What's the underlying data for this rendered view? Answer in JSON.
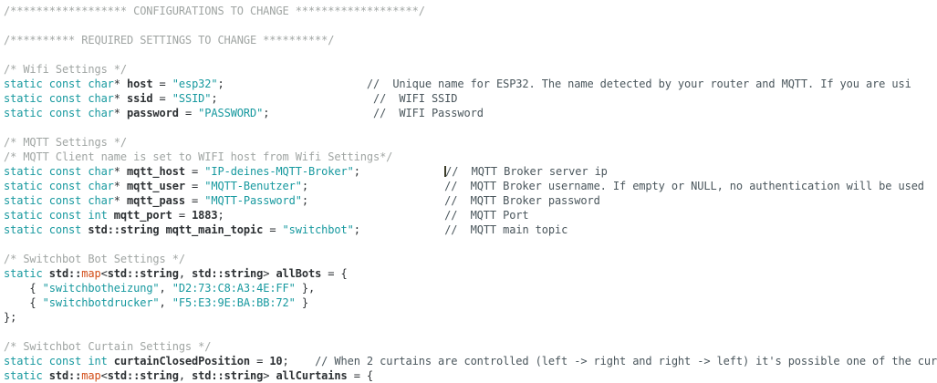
{
  "app": {
    "kind": "code-editor-view",
    "language": "cpp",
    "background": "#ffffff"
  },
  "colors": {
    "keyword": "#17999F",
    "string": "#17999F",
    "ident": "#2D3134",
    "op": "#2D3134",
    "block_comment": "#A0A5A3",
    "line_comment": "#4A565C",
    "map": "#D24D17",
    "cursor": "#3C3C28"
  },
  "code": {
    "lines": [
      [
        [
          "cb",
          "/****************** CONFIGURATIONS TO CHANGE *******************/"
        ]
      ],
      [],
      [
        [
          "cb",
          "/********** REQUIRED SETTINGS TO CHANGE **********/"
        ]
      ],
      [],
      [
        [
          "cb",
          "/* Wifi Settings */"
        ]
      ],
      [
        [
          "k",
          "static const char"
        ],
        [
          "o",
          "* "
        ],
        [
          "i",
          "host"
        ],
        [
          "o",
          " = "
        ],
        [
          "s",
          "\"esp32\""
        ],
        [
          "o",
          ";"
        ],
        [
          "sp",
          "                      "
        ],
        [
          "cl",
          "//  Unique name for ESP32. The name detected by your router and MQTT. If you are usi"
        ]
      ],
      [
        [
          "k",
          "static const char"
        ],
        [
          "o",
          "* "
        ],
        [
          "i",
          "ssid"
        ],
        [
          "o",
          " = "
        ],
        [
          "s",
          "\"SSID\""
        ],
        [
          "o",
          ";"
        ],
        [
          "sp",
          "                        "
        ],
        [
          "cl",
          "//  WIFI SSID"
        ]
      ],
      [
        [
          "k",
          "static const char"
        ],
        [
          "o",
          "* "
        ],
        [
          "i",
          "password"
        ],
        [
          "o",
          " = "
        ],
        [
          "s",
          "\"PASSWORD\""
        ],
        [
          "o",
          ";"
        ],
        [
          "sp",
          "                "
        ],
        [
          "cl",
          "//  WIFI Password"
        ]
      ],
      [],
      [
        [
          "cb",
          "/* MQTT Settings */"
        ]
      ],
      [
        [
          "cb",
          "/* MQTT Client name is set to WIFI host from Wifi Settings*/"
        ]
      ],
      [
        [
          "k",
          "static const char"
        ],
        [
          "o",
          "* "
        ],
        [
          "i",
          "mqtt_host"
        ],
        [
          "o",
          " = "
        ],
        [
          "s",
          "\"IP-deines-MQTT-Broker\""
        ],
        [
          "o",
          ";"
        ],
        [
          "sp",
          "             "
        ],
        [
          "cur",
          ""
        ],
        [
          "cl",
          "//  MQTT Broker server ip"
        ]
      ],
      [
        [
          "k",
          "static const char"
        ],
        [
          "o",
          "* "
        ],
        [
          "i",
          "mqtt_user"
        ],
        [
          "o",
          " = "
        ],
        [
          "s",
          "\"MQTT-Benutzer\""
        ],
        [
          "o",
          ";"
        ],
        [
          "sp",
          "                     "
        ],
        [
          "cl",
          "//  MQTT Broker username. If empty or NULL, no authentication will be used"
        ]
      ],
      [
        [
          "k",
          "static const char"
        ],
        [
          "o",
          "* "
        ],
        [
          "i",
          "mqtt_pass"
        ],
        [
          "o",
          " = "
        ],
        [
          "s",
          "\"MQTT-Password\""
        ],
        [
          "o",
          ";"
        ],
        [
          "sp",
          "                     "
        ],
        [
          "cl",
          "//  MQTT Broker password"
        ]
      ],
      [
        [
          "k",
          "static const int "
        ],
        [
          "i",
          "mqtt_port"
        ],
        [
          "o",
          " = "
        ],
        [
          "n",
          "1883"
        ],
        [
          "o",
          ";"
        ],
        [
          "sp",
          "                                  "
        ],
        [
          "cl",
          "//  MQTT Port"
        ]
      ],
      [
        [
          "k",
          "static const "
        ],
        [
          "t",
          "std::string "
        ],
        [
          "i",
          "mqtt_main_topic"
        ],
        [
          "o",
          " = "
        ],
        [
          "s",
          "\"switchbot\""
        ],
        [
          "o",
          ";"
        ],
        [
          "sp",
          "             "
        ],
        [
          "cl",
          "//  MQTT main topic"
        ]
      ],
      [],
      [
        [
          "cb",
          "/* Switchbot Bot Settings */"
        ]
      ],
      [
        [
          "k",
          "static "
        ],
        [
          "t",
          "std::"
        ],
        [
          "m",
          "map"
        ],
        [
          "o",
          "<"
        ],
        [
          "t",
          "std::string"
        ],
        [
          "o",
          ", "
        ],
        [
          "t",
          "std::string"
        ],
        [
          "o",
          "> "
        ],
        [
          "i",
          "allBots"
        ],
        [
          "o",
          " = {"
        ]
      ],
      [
        [
          "o",
          "    { "
        ],
        [
          "s",
          "\"switchbotheizung\""
        ],
        [
          "o",
          ", "
        ],
        [
          "s",
          "\"D2:73:C8:A3:4E:FF\""
        ],
        [
          "o",
          " },"
        ]
      ],
      [
        [
          "o",
          "    { "
        ],
        [
          "s",
          "\"switchbotdrucker\""
        ],
        [
          "o",
          ", "
        ],
        [
          "s",
          "\"F5:E3:9E:BA:BB:72\""
        ],
        [
          "o",
          " }"
        ]
      ],
      [
        [
          "o",
          "};"
        ]
      ],
      [],
      [
        [
          "cb",
          "/* Switchbot Curtain Settings */"
        ]
      ],
      [
        [
          "k",
          "static const int "
        ],
        [
          "i",
          "curtainClosedPosition"
        ],
        [
          "o",
          " = "
        ],
        [
          "n",
          "10"
        ],
        [
          "o",
          ";"
        ],
        [
          "sp",
          "    "
        ],
        [
          "cl",
          "// When 2 curtains are controlled (left -> right and right -> left) it's possible one of the cur"
        ]
      ],
      [
        [
          "k",
          "static "
        ],
        [
          "t",
          "std::"
        ],
        [
          "m",
          "map"
        ],
        [
          "o",
          "<"
        ],
        [
          "t",
          "std::string"
        ],
        [
          "o",
          ", "
        ],
        [
          "t",
          "std::string"
        ],
        [
          "o",
          "> "
        ],
        [
          "i",
          "allCurtains"
        ],
        [
          "o",
          " = {"
        ]
      ]
    ]
  }
}
